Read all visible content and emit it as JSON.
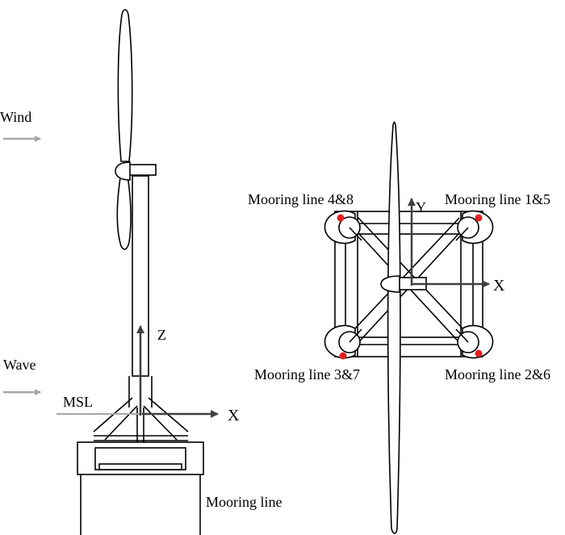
{
  "labels": {
    "wind": "Wind",
    "wave": "Wave",
    "msl": "MSL",
    "side_x_axis": "X",
    "side_z_axis": "Z",
    "mooring_line": "Mooring line",
    "top_x_axis": "X",
    "top_y_axis": "Y",
    "mooring_4_8": "Mooring line 4&8",
    "mooring_1_5": "Mooring line 1&5",
    "mooring_3_7": "Mooring line 3&7",
    "mooring_2_6": "Mooring line 2&6"
  },
  "colors": {
    "stroke": "#000000",
    "arrow_gray": "#a6a6a6",
    "axis_dark": "#404040",
    "fairlead": "#e02020"
  }
}
